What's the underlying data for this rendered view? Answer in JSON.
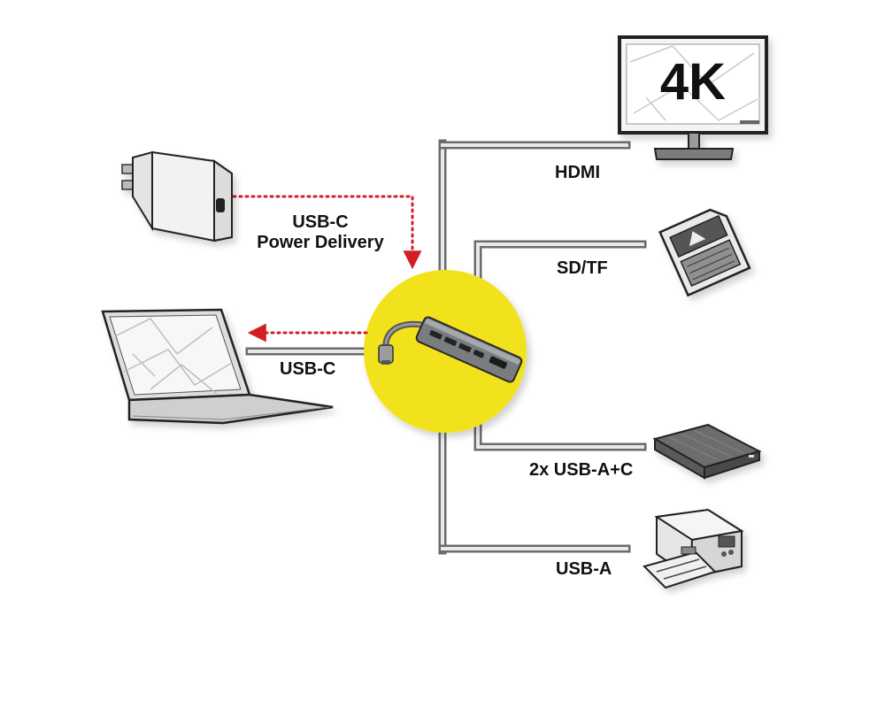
{
  "connections": {
    "power": {
      "title": "USB-C",
      "subtitle": "Power Delivery"
    },
    "host": "USB-C",
    "monitor": "HDMI",
    "card_reader": "SD/TF",
    "drive": "2x USB-A+C",
    "printer": "USB-A"
  },
  "monitor_badge": "4K",
  "colors": {
    "hub_circle": "#f2e21b",
    "arrow": "#d21f26",
    "line": "#6b6b6b",
    "device_outline": "#222222"
  },
  "icons": [
    "power-adapter-icon",
    "laptop-icon",
    "usb-c-hub-icon",
    "monitor-4k-icon",
    "sd-card-icon",
    "external-drive-icon",
    "printer-icon"
  ]
}
